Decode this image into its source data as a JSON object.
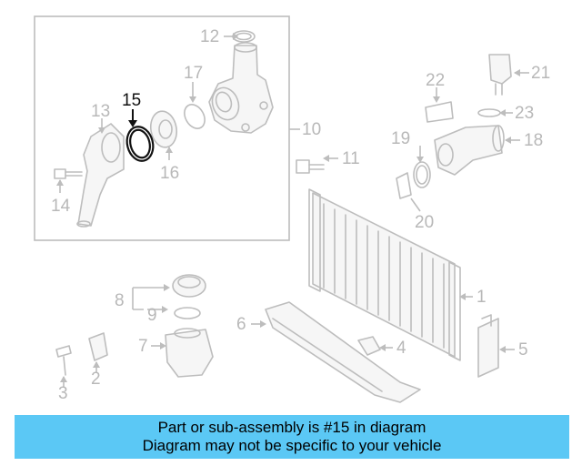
{
  "diagram": {
    "callouts": [
      {
        "id": "1",
        "label": "1"
      },
      {
        "id": "2",
        "label": "2"
      },
      {
        "id": "3",
        "label": "3"
      },
      {
        "id": "4",
        "label": "4"
      },
      {
        "id": "5",
        "label": "5"
      },
      {
        "id": "6",
        "label": "6"
      },
      {
        "id": "7",
        "label": "7"
      },
      {
        "id": "8",
        "label": "8"
      },
      {
        "id": "9",
        "label": "9"
      },
      {
        "id": "10",
        "label": "10"
      },
      {
        "id": "11",
        "label": "11"
      },
      {
        "id": "12",
        "label": "12"
      },
      {
        "id": "13",
        "label": "13"
      },
      {
        "id": "14",
        "label": "14"
      },
      {
        "id": "15",
        "label": "15"
      },
      {
        "id": "16",
        "label": "16"
      },
      {
        "id": "17",
        "label": "17"
      },
      {
        "id": "18",
        "label": "18"
      },
      {
        "id": "19",
        "label": "19"
      },
      {
        "id": "20",
        "label": "20"
      },
      {
        "id": "21",
        "label": "21"
      },
      {
        "id": "22",
        "label": "22"
      },
      {
        "id": "23",
        "label": "23"
      }
    ],
    "highlighted_part": "15",
    "colors": {
      "highlight": "#111111",
      "muted": "#b8b8b8",
      "banner": "#5bc8f5"
    }
  },
  "banner": {
    "line1": "Part or sub-assembly is #15 in diagram",
    "line2": "Diagram may not be specific to your vehicle"
  }
}
